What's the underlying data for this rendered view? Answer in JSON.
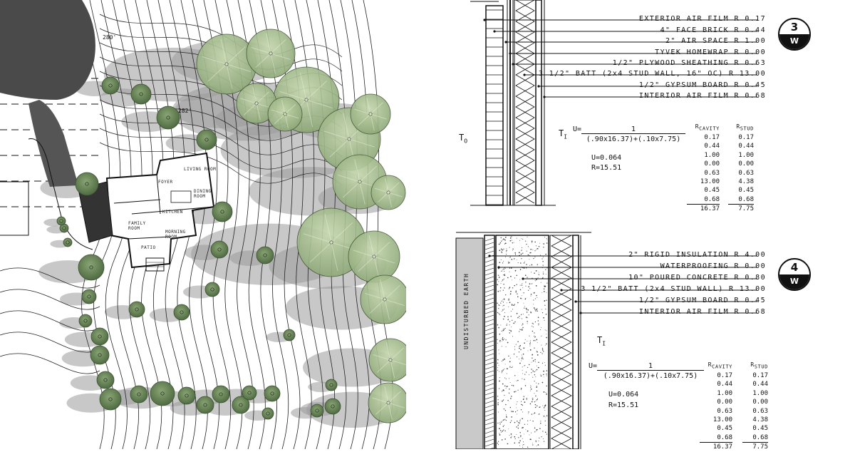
{
  "site_plan": {
    "rooms": [
      {
        "id": "living",
        "label": "LIVING ROOM"
      },
      {
        "id": "foyer",
        "label": "FOYER"
      },
      {
        "id": "dining",
        "label": "DINING ROOM"
      },
      {
        "id": "kitchen",
        "label": "KITCHEN"
      },
      {
        "id": "family",
        "label": "FAMILY ROOM"
      },
      {
        "id": "morning",
        "label": "MORNING ROOM"
      },
      {
        "id": "patio",
        "label": "PATIO"
      }
    ],
    "contour_labels": [
      "280'",
      "282'"
    ]
  },
  "details": [
    {
      "number": "3",
      "sheet": "W",
      "layers": [
        "EXTERIOR AIR FILM R 0.17",
        "4\" FACE BRICK R 0.44",
        "2\" AIR SPACE R 1.00",
        "TYVEK HOMEWRAP R 0.00",
        "1/2\" PLYWOOD SHEATHING R 0.63",
        "3 1/2\" BATT (2x4 STUD WALL, 16\" OC) R 13.00",
        "1/2\" GYPSUM BOARD R 0.45",
        "INTERIOR AIR FILM R 0.68"
      ],
      "t_out": "T",
      "t_out_sub": "O",
      "t_in": "T",
      "t_in_sub": "I",
      "u_prefix": "U=",
      "numerator": "1",
      "denominator": "(.90x16.37)+(.10x7.75)",
      "u_value": "U=0.064",
      "r_value": "R=15.51",
      "cavity_header": "R",
      "cavity_sub": "CAVITY",
      "stud_header": "R",
      "stud_sub": "STUD",
      "cavity": [
        "0.17",
        "0.44",
        "1.00",
        "0.00",
        "0.63",
        "13.00",
        "0.45",
        "0.68"
      ],
      "stud": [
        "0.17",
        "0.44",
        "1.00",
        "0.00",
        "0.63",
        "4.38",
        "0.45",
        "0.68"
      ],
      "cavity_total": "16.37",
      "stud_total": "7.75"
    },
    {
      "number": "4",
      "sheet": "W",
      "earth_label": "UNDISTURBED EARTH",
      "layers": [
        "2\" RIGID INSULATION R 4.00",
        "WATERPROOFING R 0.00",
        "10\" POURED CONCRETE R 0.80",
        "3 1/2\" BATT (2x4 STUD WALL) R 13.00",
        "1/2\" GYPSUM BOARD R 0.45",
        "INTERIOR AIR FILM R 0.68"
      ],
      "t_in": "T",
      "t_in_sub": "I",
      "u_prefix": "U=",
      "numerator": "1",
      "denominator": "(.90x16.37)+(.10x7.75)",
      "u_value": "U=0.064",
      "r_value": "R=15.51",
      "cavity_header": "R",
      "cavity_sub": "CAVITY",
      "stud_header": "R",
      "stud_sub": "STUD",
      "cavity": [
        "0.17",
        "0.44",
        "1.00",
        "0.00",
        "0.63",
        "13.00",
        "0.45",
        "0.68"
      ],
      "stud": [
        "0.17",
        "0.44",
        "1.00",
        "0.00",
        "0.63",
        "4.38",
        "0.45",
        "0.68"
      ],
      "cavity_total": "16.37",
      "stud_total": "7.75"
    }
  ],
  "colors": {
    "tree_dark": "#6f8a5e",
    "tree_light": "#b7cc9c",
    "shadow": "#9a9a9a",
    "pond": "#4a4a4a",
    "ink": "#111111"
  }
}
